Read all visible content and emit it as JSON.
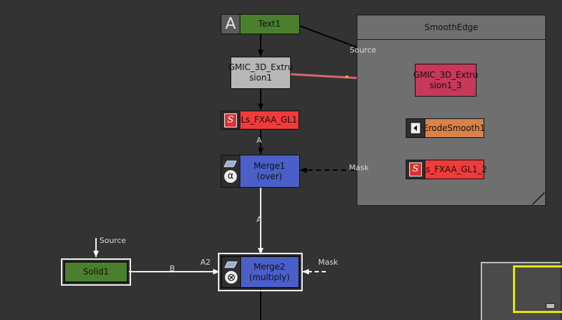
{
  "backdrop": {
    "title": "SmoothEdge"
  },
  "nodes": {
    "text1": {
      "label": "Text1",
      "icon": "letter-A-icon",
      "icon_glyph": "A",
      "color": "#4a7f2c"
    },
    "gmic1": {
      "label": "GMIC_3D_Extru\nsion1",
      "color": "#b7b7b7"
    },
    "fxaa1": {
      "label": "Ls_FXAA_GL1",
      "icon": "script-s-icon",
      "icon_glyph": "S",
      "color": "#f13a3a"
    },
    "merge1": {
      "label": "Merge1\n(over)",
      "icon": "alpha-merge-icon",
      "icon_glyph": "α",
      "color": "#4b5fc8"
    },
    "solid1": {
      "label": "Solid1",
      "color": "#4a7f2c"
    },
    "merge2": {
      "label": "Merge2\n(multiply)",
      "icon": "multiply-merge-icon",
      "icon_glyph": "⊗",
      "color": "#4b5fc8"
    },
    "gmic13": {
      "label": "GMIC_3D_Extru\nsion1_3",
      "color": "#c8385a"
    },
    "erode": {
      "label": "ErodeSmooth1",
      "icon": "plugin-icon",
      "color": "#d9824a"
    },
    "fxaa2": {
      "label": "Ls_FXAA_GL1_2",
      "icon": "script-s-icon",
      "icon_glyph": "S",
      "color": "#f13a3a"
    }
  },
  "edges": {
    "text1_to_gmic13": "Source",
    "fxaa1_to_merge1": "A",
    "fxaa2_to_merge1": "Mask",
    "merge1_to_merge2": "A",
    "solid1_to_merge2": "B",
    "merge2_a2": "A2",
    "merge2_mask": "Mask",
    "solid1_source": "Source"
  },
  "colors": {
    "canvas": "#333333",
    "backdrop": "#6f6f6f",
    "link": "#000000",
    "link_light": "#f2f2f2",
    "link_highlight": "#d9666e",
    "minimap_viewport": "#e6e600"
  }
}
